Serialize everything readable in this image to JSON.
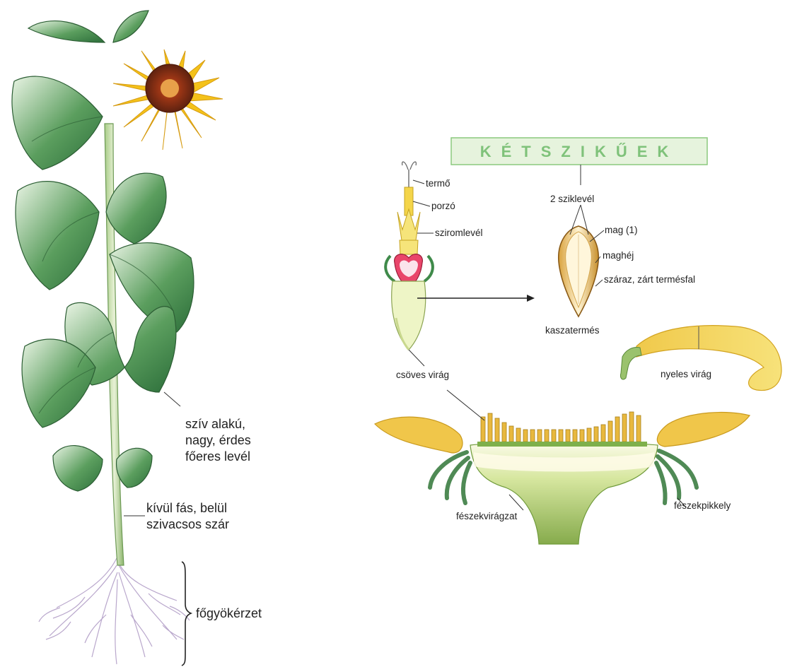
{
  "plant_labels": {
    "leaf": [
      "szív alakú,",
      "nagy, érdes",
      "főeres levél"
    ],
    "stem": [
      "kívül fás, belül",
      "szivacsos szár"
    ],
    "root": "főgyökérzet"
  },
  "title": "KÉTSZIKŰEK",
  "flower_labels": {
    "pistil": "termő",
    "stamen": "porzó",
    "petal": "sziromlevél",
    "tube_flower": "csöves virág"
  },
  "fruit_labels": {
    "cotyledons": "2 sziklevél",
    "seed": "mag (1)",
    "seed_coat": "maghéj",
    "fruit_wall": "száraz, zárt termésfal",
    "achene": "kaszatermés"
  },
  "ray_flower": "nyeles virág",
  "head_labels": {
    "inflorescence": "fészekvirágzat",
    "bract": "fészekpikkely"
  },
  "colors": {
    "title_box_fill": "#e6f3dd",
    "title_box_stroke": "#8cc97f",
    "title_text": "#7fc27a",
    "petal_yellow": "#f4c21a",
    "leaf_green": "#3f8a4a",
    "flower_center": "#8a2a14"
  }
}
